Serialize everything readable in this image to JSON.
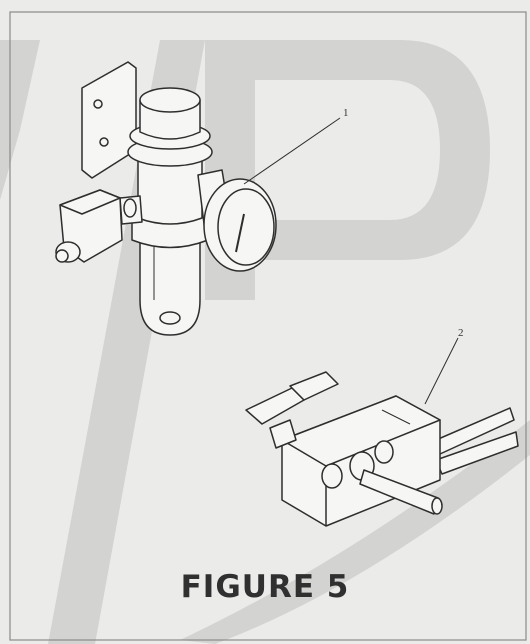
{
  "figure": {
    "caption": "FIGURE 5",
    "callouts": [
      {
        "label": "1",
        "part": "regulator-with-gauge"
      },
      {
        "label": "2",
        "part": "valve-block"
      }
    ]
  },
  "colors": {
    "background": "#ebebea",
    "line": "#2e2e2e",
    "watermark": "#d2d2d0",
    "caption": "#303030"
  }
}
